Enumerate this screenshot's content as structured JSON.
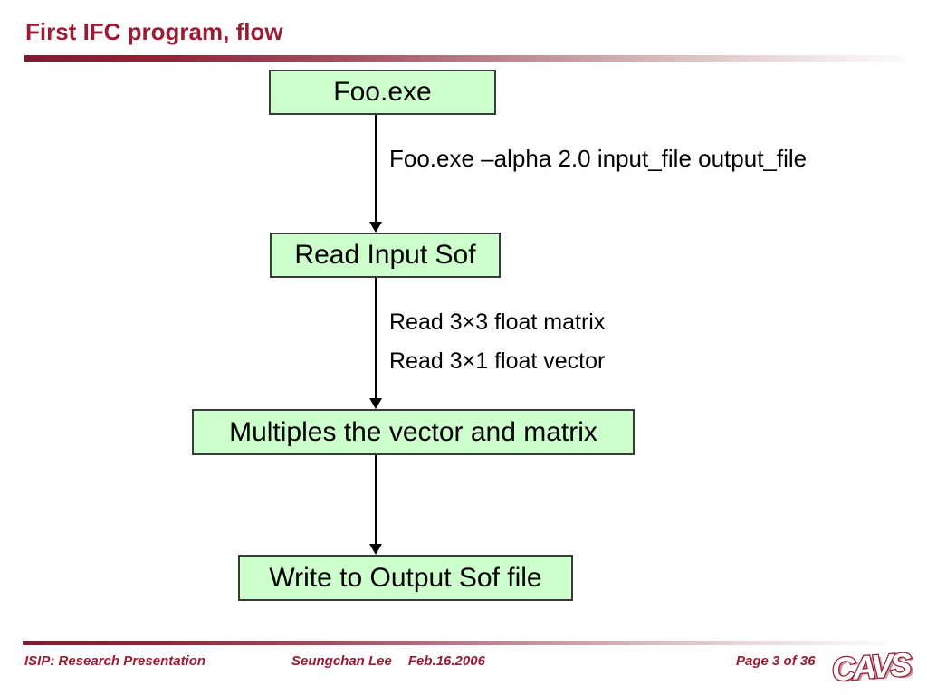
{
  "slide": {
    "title": "First IFC program, flow"
  },
  "flowchart": {
    "boxes": [
      {
        "label": "Foo.exe"
      },
      {
        "label": "Read Input Sof"
      },
      {
        "label": "Multiples the vector and matrix"
      },
      {
        "label": "Write to Output Sof file"
      }
    ],
    "annotations": [
      {
        "text": "Foo.exe –alpha 2.0 input_file output_file"
      },
      {
        "text": "Read 3×3 float matrix"
      },
      {
        "text": "Read 3×1 float vector"
      }
    ]
  },
  "footer": {
    "left": "ISIP: Research Presentation",
    "author": "Seungchan Lee",
    "date": "Feb.16.2006",
    "page": "Page 3 of 36",
    "logo": "CAVS"
  },
  "colors": {
    "maroon": "#9a1b33",
    "box_fill": "#ccffcc",
    "box_border": "#3a3a3a",
    "text": "#000000"
  }
}
